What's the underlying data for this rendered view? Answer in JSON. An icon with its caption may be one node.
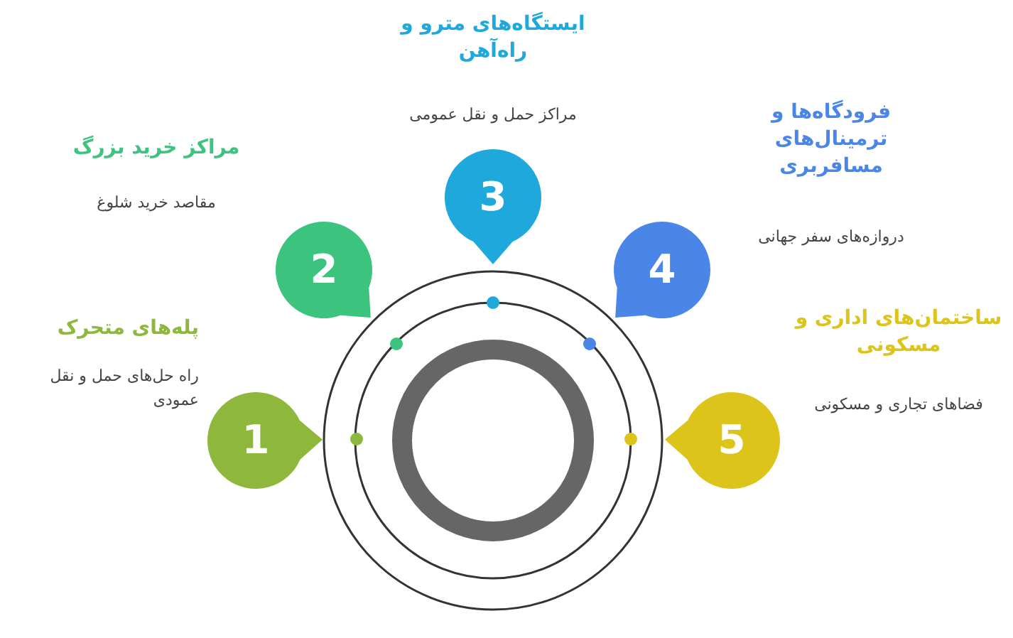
{
  "diagram": {
    "nodes": [
      {
        "text": [
          "1"
        ],
        "beside": [
          "پله‌های متحرک",
          "راه حل‌های حمل و نقل عمودی"
        ]
      },
      {
        "text": [
          "2"
        ],
        "beside": [
          "مراکز خرید بزرگ",
          "مقاصد خرید شلوغ"
        ]
      },
      {
        "text": [
          "3"
        ],
        "beside": [
          "ایستگاه‌های مترو و راه‌آهن",
          "مراکز حمل و نقل عمومی"
        ]
      },
      {
        "text": [
          "4"
        ],
        "beside": [
          "فرودگاه‌ها و ترمینال‌های مسافربری",
          "دروازه‌های سفر جهانی"
        ]
      },
      {
        "text": [
          "5"
        ],
        "beside": [
          "ساختمان‌های اداری و مسکونی",
          "فضاهای تجاری و مسکونی"
        ]
      }
    ]
  }
}
